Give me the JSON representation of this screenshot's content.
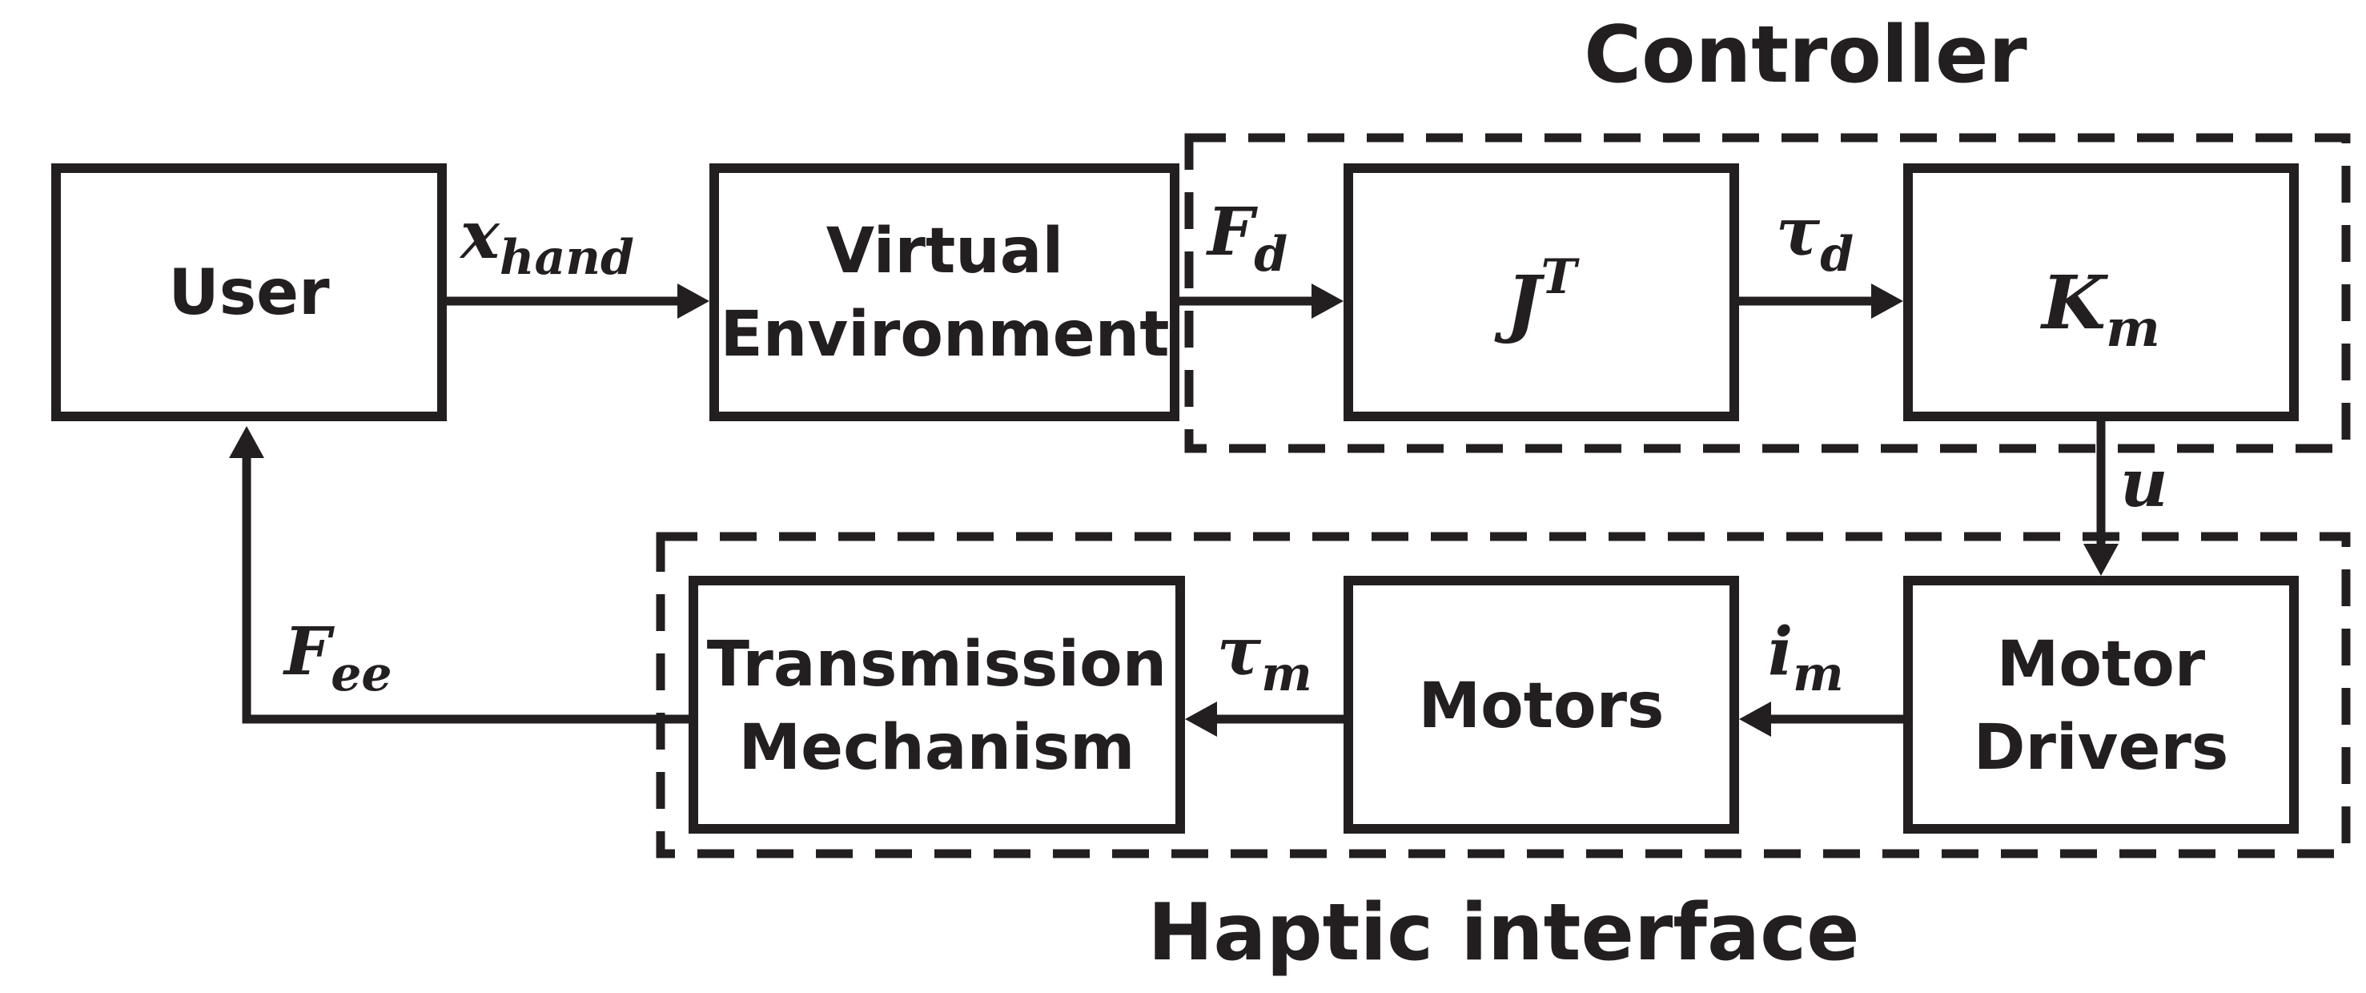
{
  "groups": {
    "controller": "Controller",
    "haptic": "Haptic interface"
  },
  "blocks": {
    "user": "User",
    "virtual_env": [
      "Virtual",
      "Environment"
    ],
    "jacobian": {
      "base": "J",
      "sup": "T"
    },
    "km": {
      "base": "K",
      "sub": "m"
    },
    "motor_drivers": [
      "Motor",
      "Drivers"
    ],
    "motors": "Motors",
    "transmission": [
      "Transmission",
      "Mechanism"
    ]
  },
  "signals": {
    "x_hand": {
      "base": "x",
      "sub": "hand"
    },
    "f_d": {
      "base": "F",
      "sub": "d"
    },
    "tau_d": {
      "base": "τ",
      "sub": "d"
    },
    "u": {
      "base": "u"
    },
    "i_m": {
      "base": "i",
      "sub": "m"
    },
    "tau_m": {
      "base": "τ",
      "sub": "m"
    },
    "f_ee": {
      "base": "F",
      "sub": "ee"
    }
  }
}
